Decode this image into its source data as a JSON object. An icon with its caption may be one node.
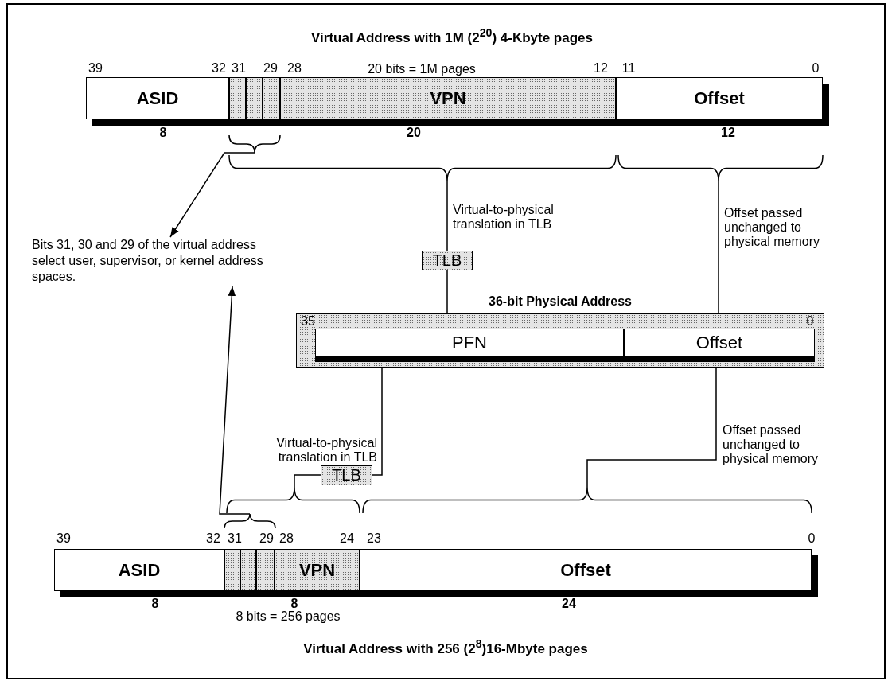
{
  "diagram": {
    "nodes": [
      {
        "text": [
          "ASID"
        ]
      },
      {
        "text": [],
        "shape": "box"
      },
      {
        "text": [],
        "shape": "box"
      },
      {
        "text": [],
        "shape": "box"
      },
      {
        "text": [
          "VPN"
        ]
      },
      {
        "text": [
          "Offset"
        ]
      },
      {
        "text": [
          "Bits 31, 30 and 29 of the virtual address select user, supervisor, or kernel address spaces."
        ]
      },
      {
        "text": [
          "TLB"
        ]
      },
      {
        "text": [
          "36-bit Physical Address"
        ]
      },
      {
        "text": [
          "PFN"
        ],
        "in": 8
      },
      {
        "text": [
          "Offset"
        ],
        "in": 8
      },
      {
        "text": [
          "TLB"
        ]
      },
      {
        "text": [
          "ASID"
        ]
      },
      {
        "text": [],
        "shape": "box"
      },
      {
        "text": [],
        "shape": "box"
      },
      {
        "text": [],
        "shape": "box"
      },
      {
        "text": [
          "VPN"
        ]
      },
      {
        "text": [
          "Offset"
        ]
      },
      {
        "text": [],
        "shape": "bracket"
      },
      {
        "text": [],
        "shape": "bracket"
      },
      {
        "text": [],
        "shape": "bracket"
      },
      {
        "text": [],
        "shape": "bracket"
      },
      {
        "text": [],
        "shape": "bracket"
      },
      {
        "text": [],
        "shape": "bracket"
      }
    ],
    "edges": [
      {
        "from": 18,
        "to": 6,
        "arrow": "to"
      },
      {
        "from": 19,
        "to": 7,
        "arrow": "none",
        "label": "Virtual-to-physical translation in TLB"
      },
      {
        "from": 7,
        "to": 9,
        "arrow": "to"
      },
      {
        "from": 20,
        "to": 10,
        "arrow": "to",
        "label": "Offset passed unchanged to physical memory"
      },
      {
        "from": 21,
        "to": 11,
        "arrow": "none"
      },
      {
        "from": 11,
        "to": 9,
        "arrow": "to",
        "label": "Virtual-to-physical translation in TLB"
      },
      {
        "from": 22,
        "to": 10,
        "arrow": "to",
        "label": "Offset passed unchanged to physical memory"
      },
      {
        "from": 23,
        "to": 6,
        "arrow": "to"
      }
    ],
    "labels": [
      "Virtual Address with 1M (2$^{20}$) 4-Kbyte pages",
      "39",
      "32",
      "31",
      "29",
      "28",
      "20 bits = 1M pages",
      "12",
      "11",
      "0",
      "8",
      "20",
      "12",
      "35",
      "0",
      "39",
      "32",
      "31",
      "29",
      "28",
      "24",
      "23",
      "0",
      "8",
      "8",
      "8 bits = 256 pages",
      "24",
      "Virtual Address with 256 (2$^{8}$)16-Mbyte pages"
    ]
  }
}
